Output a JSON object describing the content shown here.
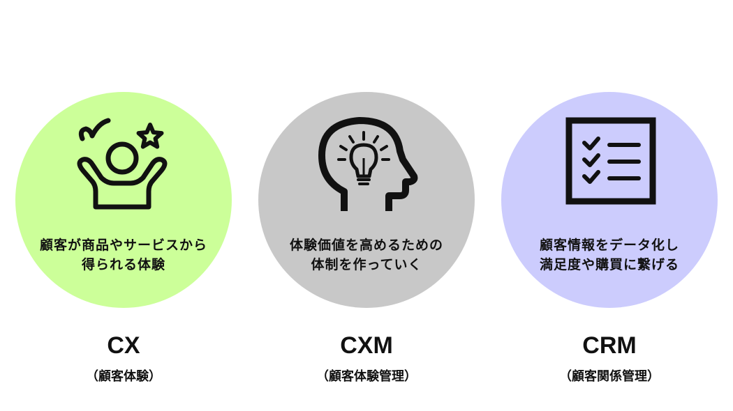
{
  "colors": {
    "cx_circle": "#ccff99",
    "cxm_circle": "#c8c8c8",
    "crm_circle": "#ccccfd",
    "icon": "#111111",
    "text": "#111111"
  },
  "concepts": [
    {
      "icon": "cheering-person-icon",
      "description": [
        "顧客が商品やサービスから",
        "得られる体験"
      ],
      "acronym": "CX",
      "full_name": "（顧客体験）"
    },
    {
      "icon": "head-lightbulb-icon",
      "description": [
        "体験価値を高めるための",
        "体制を作っていく"
      ],
      "acronym": "CXM",
      "full_name": "（顧客体験管理）"
    },
    {
      "icon": "checklist-icon",
      "description": [
        "顧客情報をデータ化し",
        "満足度や購買に繋げる"
      ],
      "acronym": "CRM",
      "full_name": "（顧客関係管理）"
    }
  ]
}
